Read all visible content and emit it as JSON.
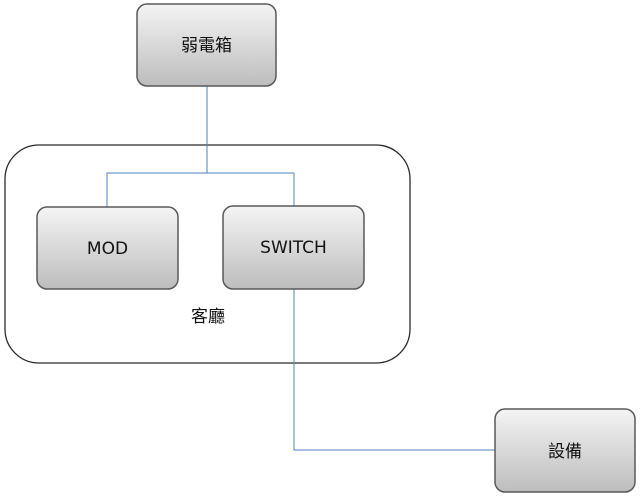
{
  "diagram": {
    "weak_box": {
      "label": "弱電箱"
    },
    "living_room": {
      "label": "客廳",
      "mod": {
        "label": "MOD"
      },
      "switch": {
        "label": "SWITCH"
      }
    },
    "device": {
      "label": "設備"
    }
  },
  "colors": {
    "box_gradient_top": "#f4f4f4",
    "box_gradient_bottom": "#bdbdbd",
    "connector": "#4f81bd",
    "room_border": "#2b2b2b"
  }
}
